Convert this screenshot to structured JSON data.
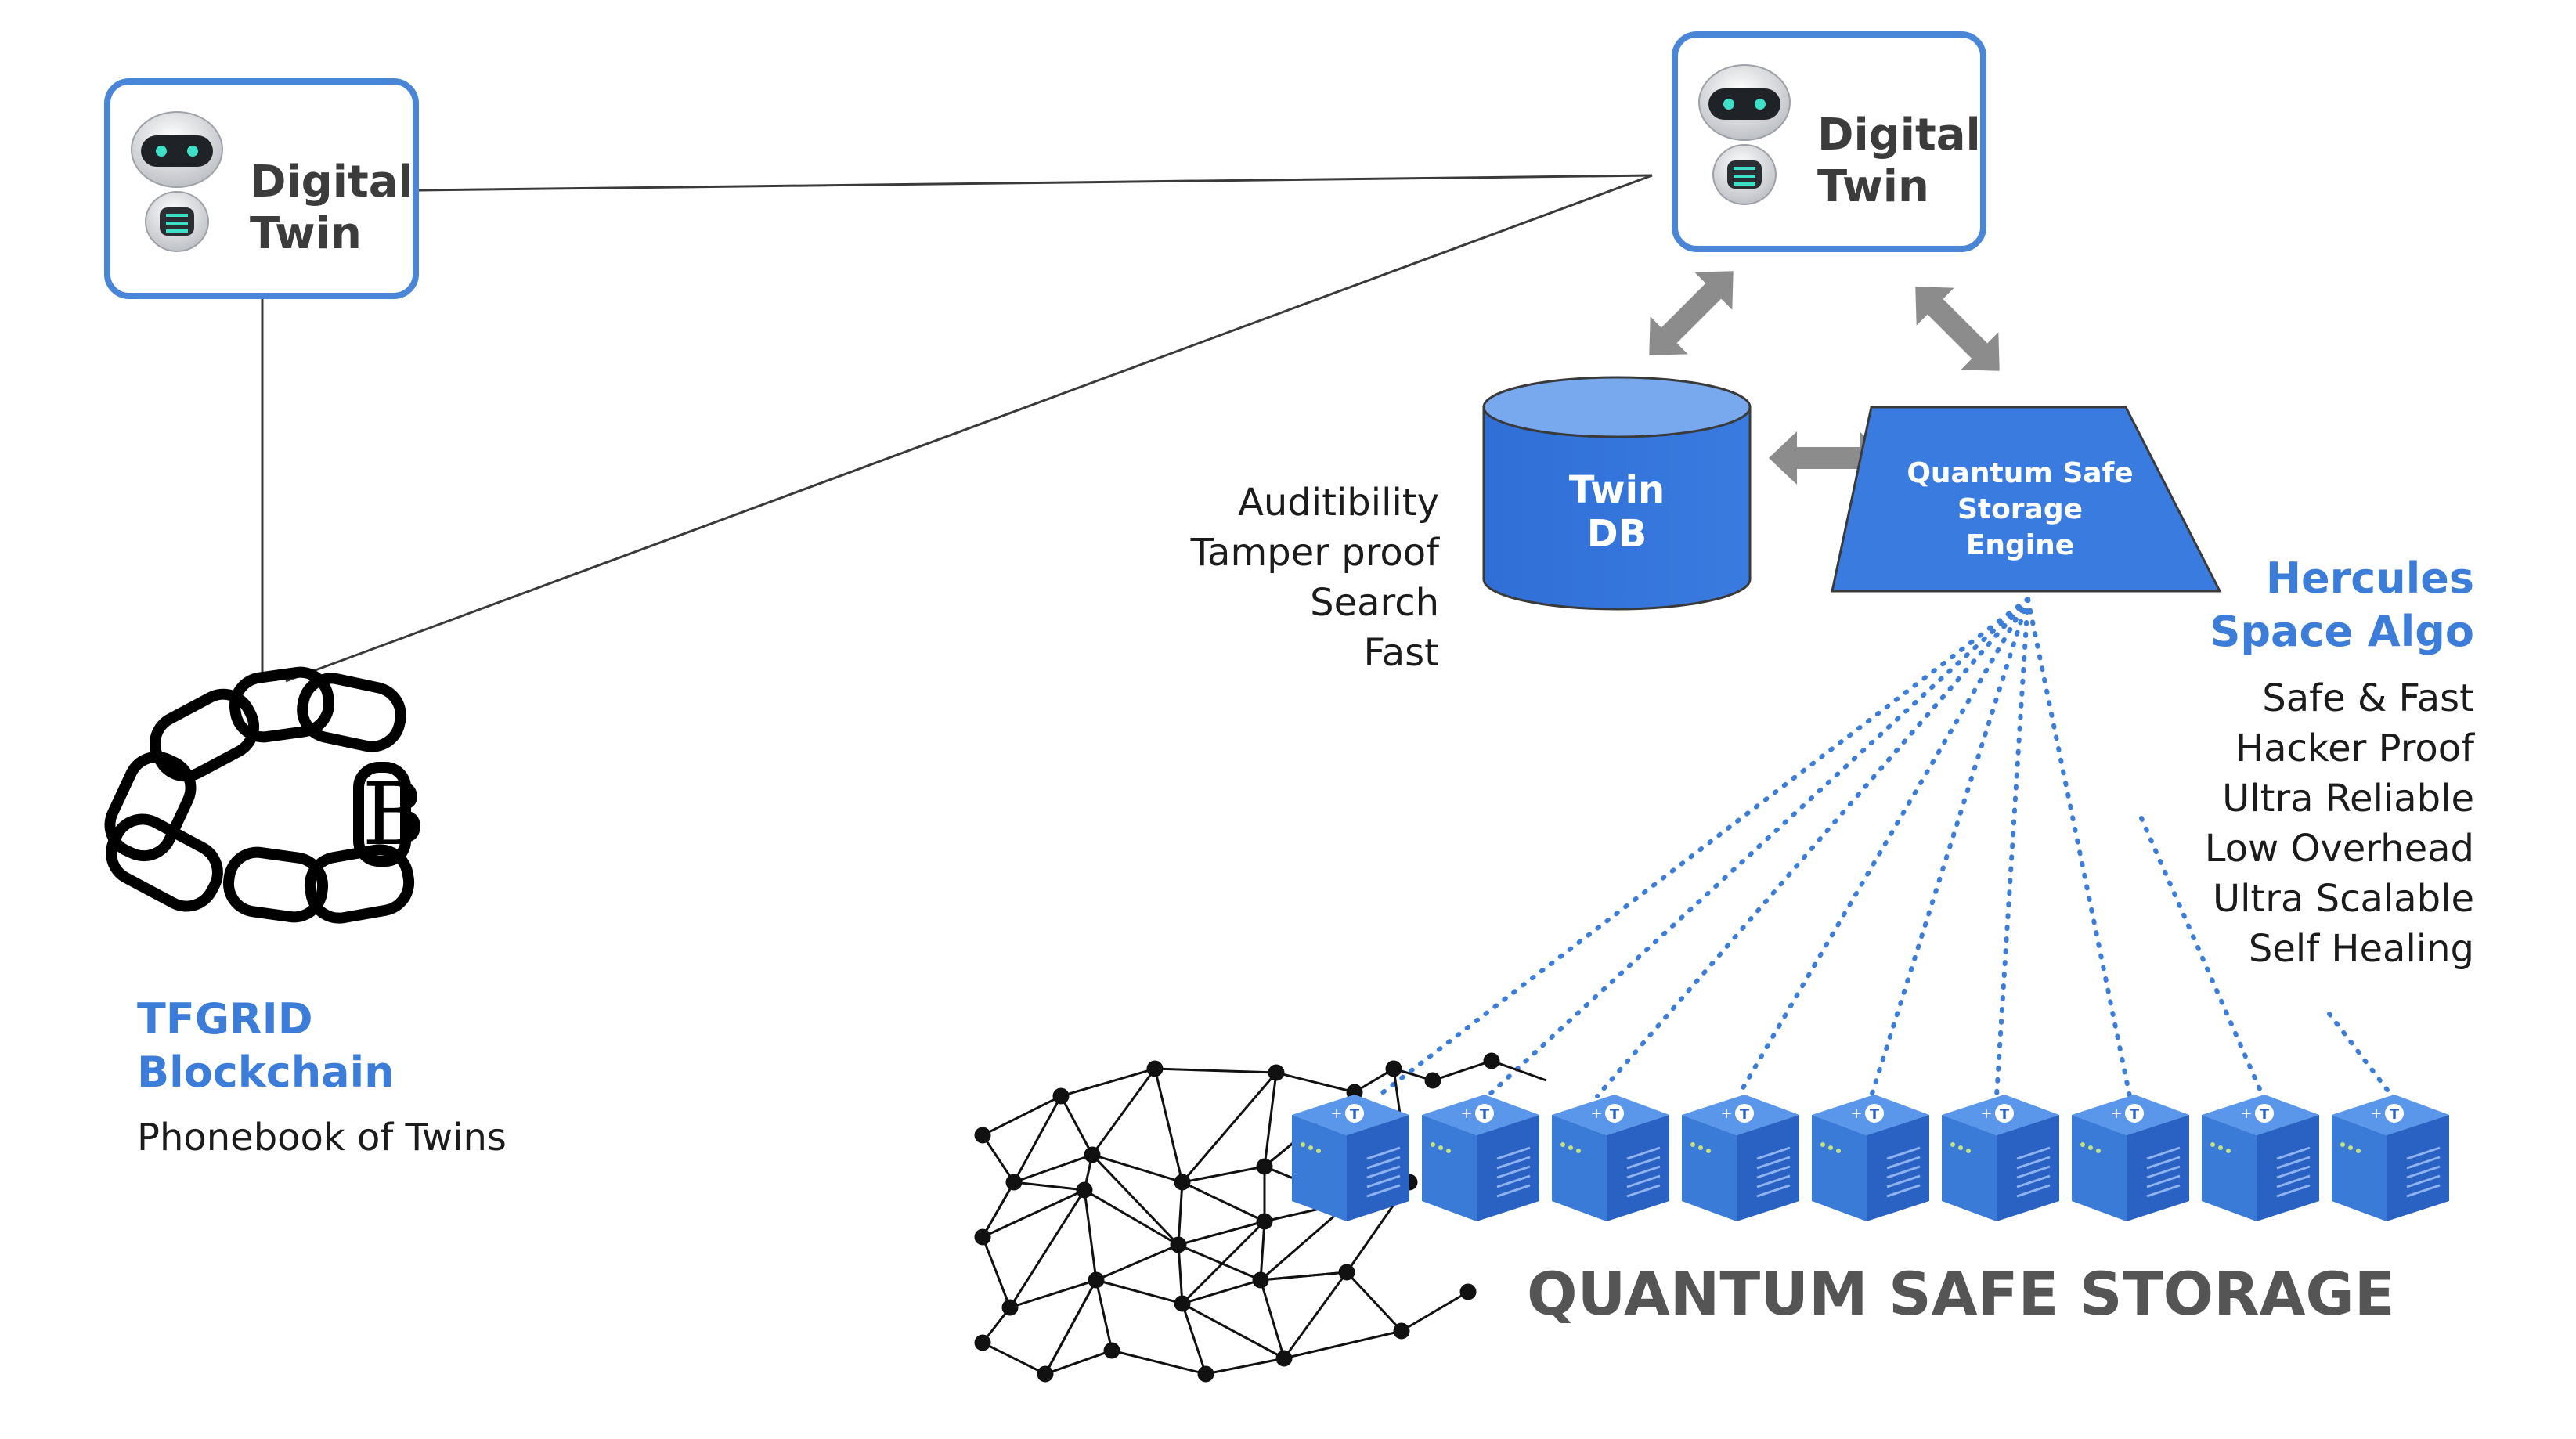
{
  "twin_left": {
    "line1": "Digital",
    "line2": "Twin"
  },
  "twin_right": {
    "line1": "Digital",
    "line2": "Twin"
  },
  "twin_db": {
    "line1": "Twin",
    "line2": "DB"
  },
  "qsse": {
    "line1": "Quantum Safe",
    "line2": "Storage",
    "line3": "Engine"
  },
  "db_features": [
    "Auditibility",
    "Tamper proof",
    "Search",
    "Fast"
  ],
  "hercules": {
    "title_line1": "Hercules",
    "title_line2": "Space Algo",
    "features": [
      "Safe & Fast",
      "Hacker Proof",
      "Ultra Reliable",
      "Low Overhead",
      "Ultra Scalable",
      "Self Healing"
    ]
  },
  "blockchain": {
    "title_line1": "TFGRID",
    "title_line2": "Blockchain",
    "subtitle": "Phonebook of Twins",
    "logo_glyph": "B"
  },
  "storage_title": "QUANTUM SAFE STORAGE",
  "storage_nodes": {
    "count": 9,
    "badge_glyph": "T"
  },
  "colors": {
    "accent_blue": "#3b7dd8",
    "box_border": "#4a86d8",
    "shape_fill": "#3a7be0",
    "arrow_gray": "#8c8c8c",
    "cube_top": "#4f8fe6",
    "cube_front": "#2f6fd0"
  },
  "icons": {
    "robot": "robot-icon",
    "chain": "blockchain-chain-icon",
    "cube": "server-cube-icon",
    "network": "network-mesh-icon"
  }
}
